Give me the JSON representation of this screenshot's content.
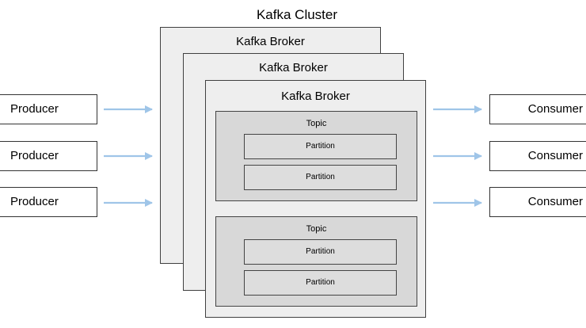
{
  "cluster": {
    "title": "Kafka Cluster"
  },
  "brokers": [
    {
      "label": "Kafka Broker"
    },
    {
      "label": "Kafka Broker"
    },
    {
      "label": "Kafka Broker",
      "topics": [
        {
          "label": "Topic",
          "partitions": [
            "Partition",
            "Partition"
          ]
        },
        {
          "label": "Topic",
          "partitions": [
            "Partition",
            "Partition"
          ]
        }
      ]
    }
  ],
  "producers": [
    "Producer",
    "Producer",
    "Producer"
  ],
  "consumers": [
    "Consumer",
    "Consumer",
    "Consumer"
  ],
  "colors": {
    "arrow": "#9fc5e8",
    "broker_fill": "#eeeeee",
    "topic_fill": "#d8d8d8",
    "border": "#404040"
  }
}
